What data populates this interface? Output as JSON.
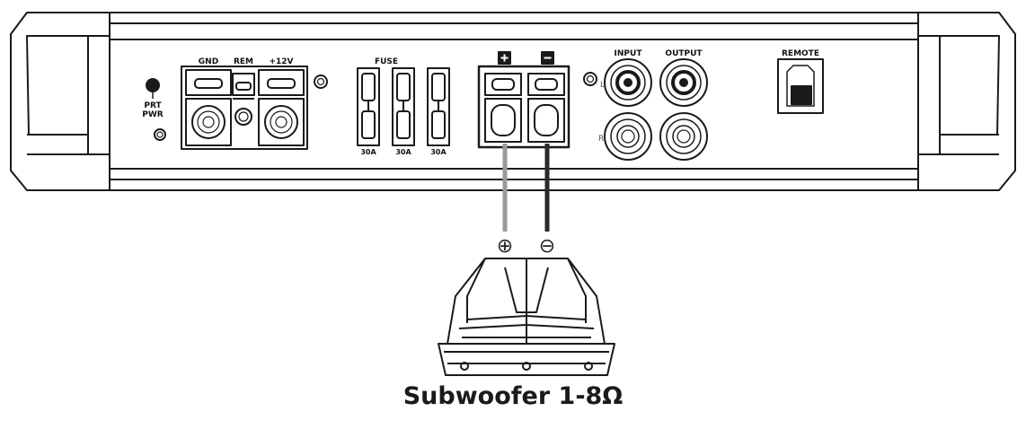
{
  "labels": {
    "prt": "PRT",
    "pwr": "PWR",
    "gnd": "GND",
    "rem": "REM",
    "plus12v": "+12V",
    "fuse": "FUSE",
    "fuse_ratings": [
      "30A",
      "30A",
      "30A"
    ],
    "input": "INPUT",
    "output": "OUTPUT",
    "remote": "REMOTE",
    "left_channel": "L",
    "right_channel": "R",
    "speaker_plus": "⊕",
    "speaker_minus": "⊖"
  },
  "caption": "Subwoofer 1-8Ω",
  "colors": {
    "positive_wire": "#9a9a9a",
    "negative_wire": "#2a2a2a",
    "outline": "#1a1a1a"
  }
}
